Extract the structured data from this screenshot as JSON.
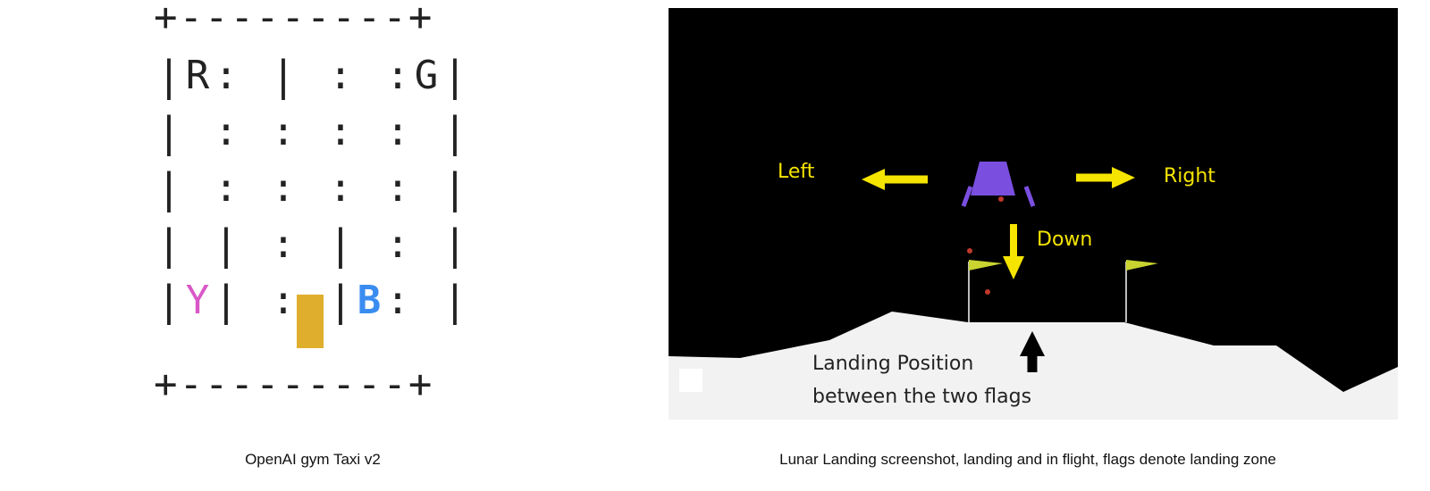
{
  "taxi": {
    "border_top": "+---------+",
    "border_bottom": "+---------+",
    "rows": [
      [
        "|",
        "R",
        ":",
        " ",
        "|",
        " ",
        ":",
        " ",
        ":",
        "G",
        "|"
      ],
      [
        "|",
        " ",
        ":",
        " ",
        ":",
        " ",
        ":",
        " ",
        ":",
        " ",
        "|"
      ],
      [
        "|",
        " ",
        ":",
        " ",
        ":",
        " ",
        ":",
        " ",
        ":",
        " ",
        "|"
      ],
      [
        "|",
        " ",
        "|",
        " ",
        ":",
        " ",
        "|",
        " ",
        ":",
        " ",
        "|"
      ],
      [
        "|",
        "Y",
        "|",
        " ",
        ":",
        " ",
        "|",
        "B",
        ":",
        " ",
        "|"
      ]
    ],
    "location_colors": {
      "R": "#222222",
      "G": "#222222",
      "Y": "#d957c6",
      "B": "#3a8df0"
    },
    "taxi_color": "#dfae2d",
    "caption": "OpenAI gym Taxi v2"
  },
  "lunar": {
    "labels": {
      "left": "Left",
      "right": "Right",
      "down": "Down",
      "landing_line1": "Landing Position",
      "landing_line2": "between the two flags"
    },
    "colors": {
      "sky": "#000000",
      "ground": "#f2f2f2",
      "lander": "#7a4fe0",
      "arrow": "#f5e400",
      "label": "#f5e400",
      "flag": "#c9d431",
      "particle": "#c0392b",
      "note_arrow": "#000000"
    },
    "caption": "Lunar Landing screenshot, landing and in flight, flags denote landing zone"
  }
}
